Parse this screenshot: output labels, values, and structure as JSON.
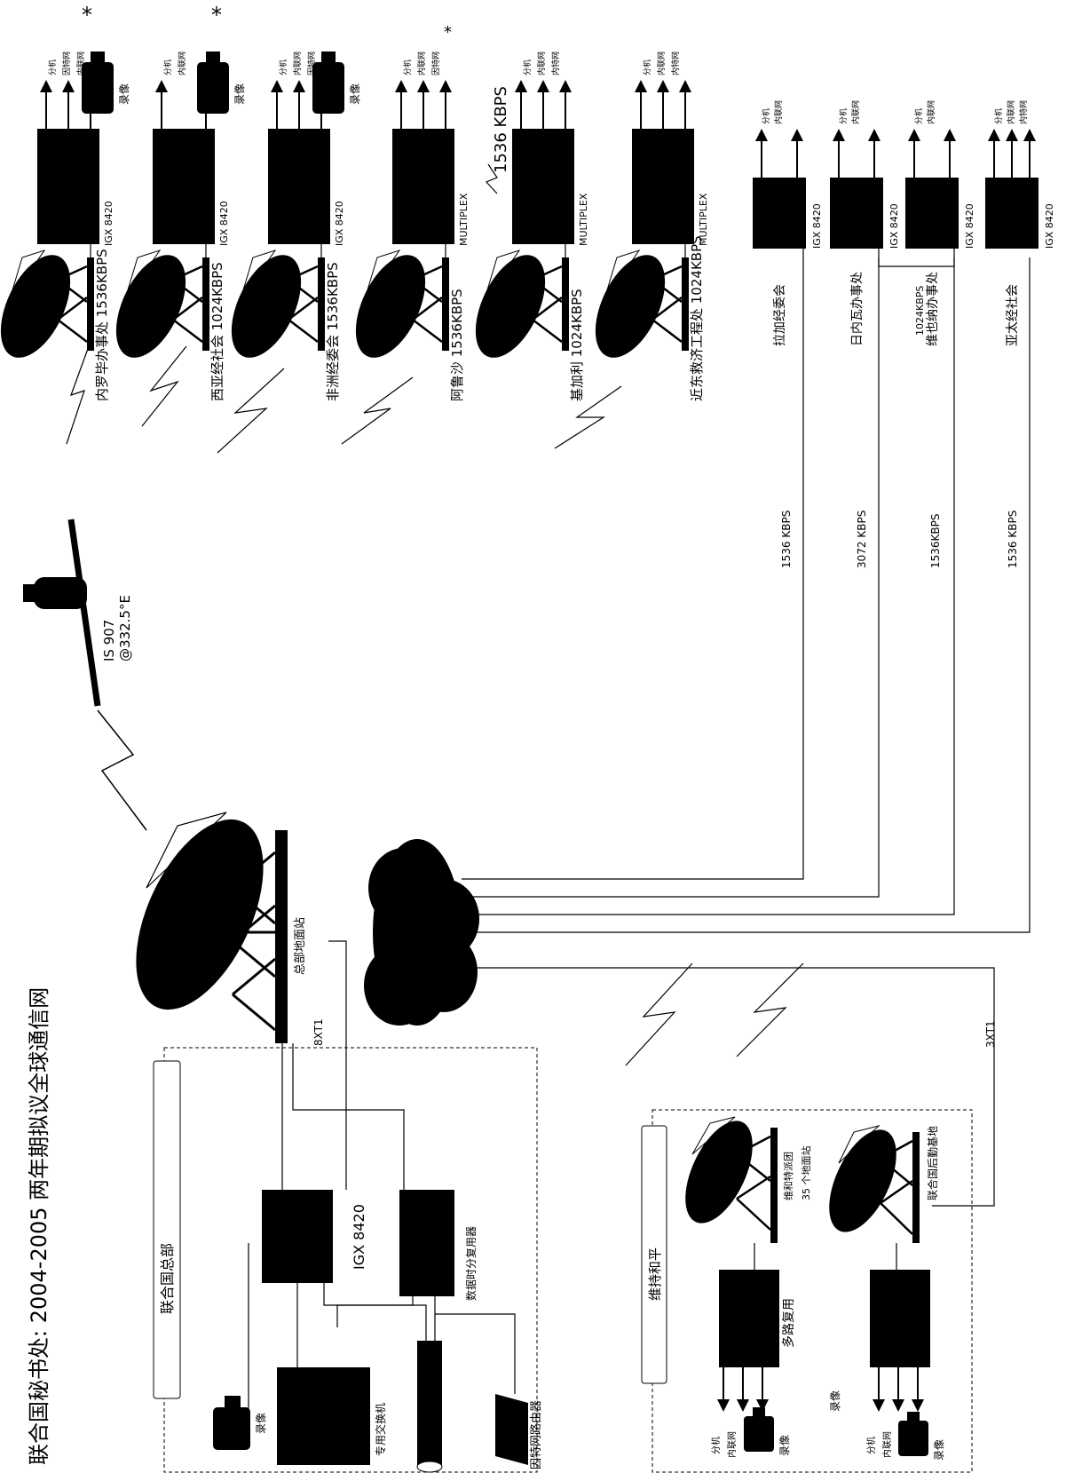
{
  "title": "联合国秘书处: 2004-2005 两年期拟议全球通信网",
  "satellite": {
    "name": "IS 907",
    "position": "@332.5°E"
  },
  "hq_station": "总部地面站",
  "hq_link": "8XT1",
  "peace_link": "3XT1",
  "stars": [
    "*",
    "*",
    "*"
  ],
  "vsat_sites": [
    {
      "name": "内罗毕办事处",
      "rate": "1536KBPS",
      "device": "IGX 8420",
      "outputs": [
        "分机",
        "因特网",
        "内联网"
      ],
      "video": "录像"
    },
    {
      "name": "西亚经社会",
      "rate": "1024KBPS",
      "device": "IGX 8420",
      "outputs": [
        "分机",
        "内联网"
      ],
      "video": "录像"
    },
    {
      "name": "非洲经委会",
      "rate": "1536KBPS",
      "device": "IGX 8420",
      "outputs": [
        "分机",
        "内联网",
        "因特网"
      ],
      "video": "录像"
    },
    {
      "name": "阿鲁沙",
      "rate": "1536KBPS",
      "device": "MULTIPLEX",
      "outputs": [
        "分机",
        "内联网",
        "因特网"
      ]
    },
    {
      "name": "基加利",
      "rate": "1024KBPS",
      "device": "MULTIPLEX",
      "outputs": [
        "分机",
        "内联网",
        "内特网"
      ]
    },
    {
      "name": "近东救济工程处",
      "rate": "1024KBPS",
      "device": "MULTIPLEX",
      "outputs": [
        "分机",
        "内联网",
        "内特网"
      ]
    }
  ],
  "sat_link_label": "1536 KBPS",
  "terrestrial_sites": [
    {
      "name": "拉加经委会",
      "device": "IGX 8420",
      "outputs": [
        "分机",
        "内联网"
      ],
      "link": "1536 KBPS"
    },
    {
      "name": "日内瓦办事处",
      "device": "IGX 8420",
      "outputs": [
        "分机",
        "内联网"
      ],
      "link": "3072 KBPS"
    },
    {
      "name": "维也纳办事处",
      "device": "IGX 8420",
      "outputs": [
        "分机",
        "内联网"
      ],
      "link": "1536KBPS"
    },
    {
      "name": "亚太经社会",
      "device": "IGX 8420",
      "outputs": [
        "分机",
        "内联网",
        "内特网"
      ],
      "link": "1536 KBPS"
    }
  ],
  "geneva_vienna_link": "1024KBPS",
  "hq_box": {
    "label": "联合国总部",
    "igx": "IGX 8420",
    "tdm": "数据时分复用器",
    "pbx": "专用交换机",
    "video": "录像",
    "router": "因特网路由器"
  },
  "peace_box": {
    "label": "维持和平",
    "station1": "维和特派团",
    "station1_count": "35 个地面站",
    "station2": "联合国后勤基地",
    "mux": "多路复用",
    "outputs": [
      "分机",
      "内联网"
    ],
    "video": "录像",
    "video_label": "录像"
  }
}
